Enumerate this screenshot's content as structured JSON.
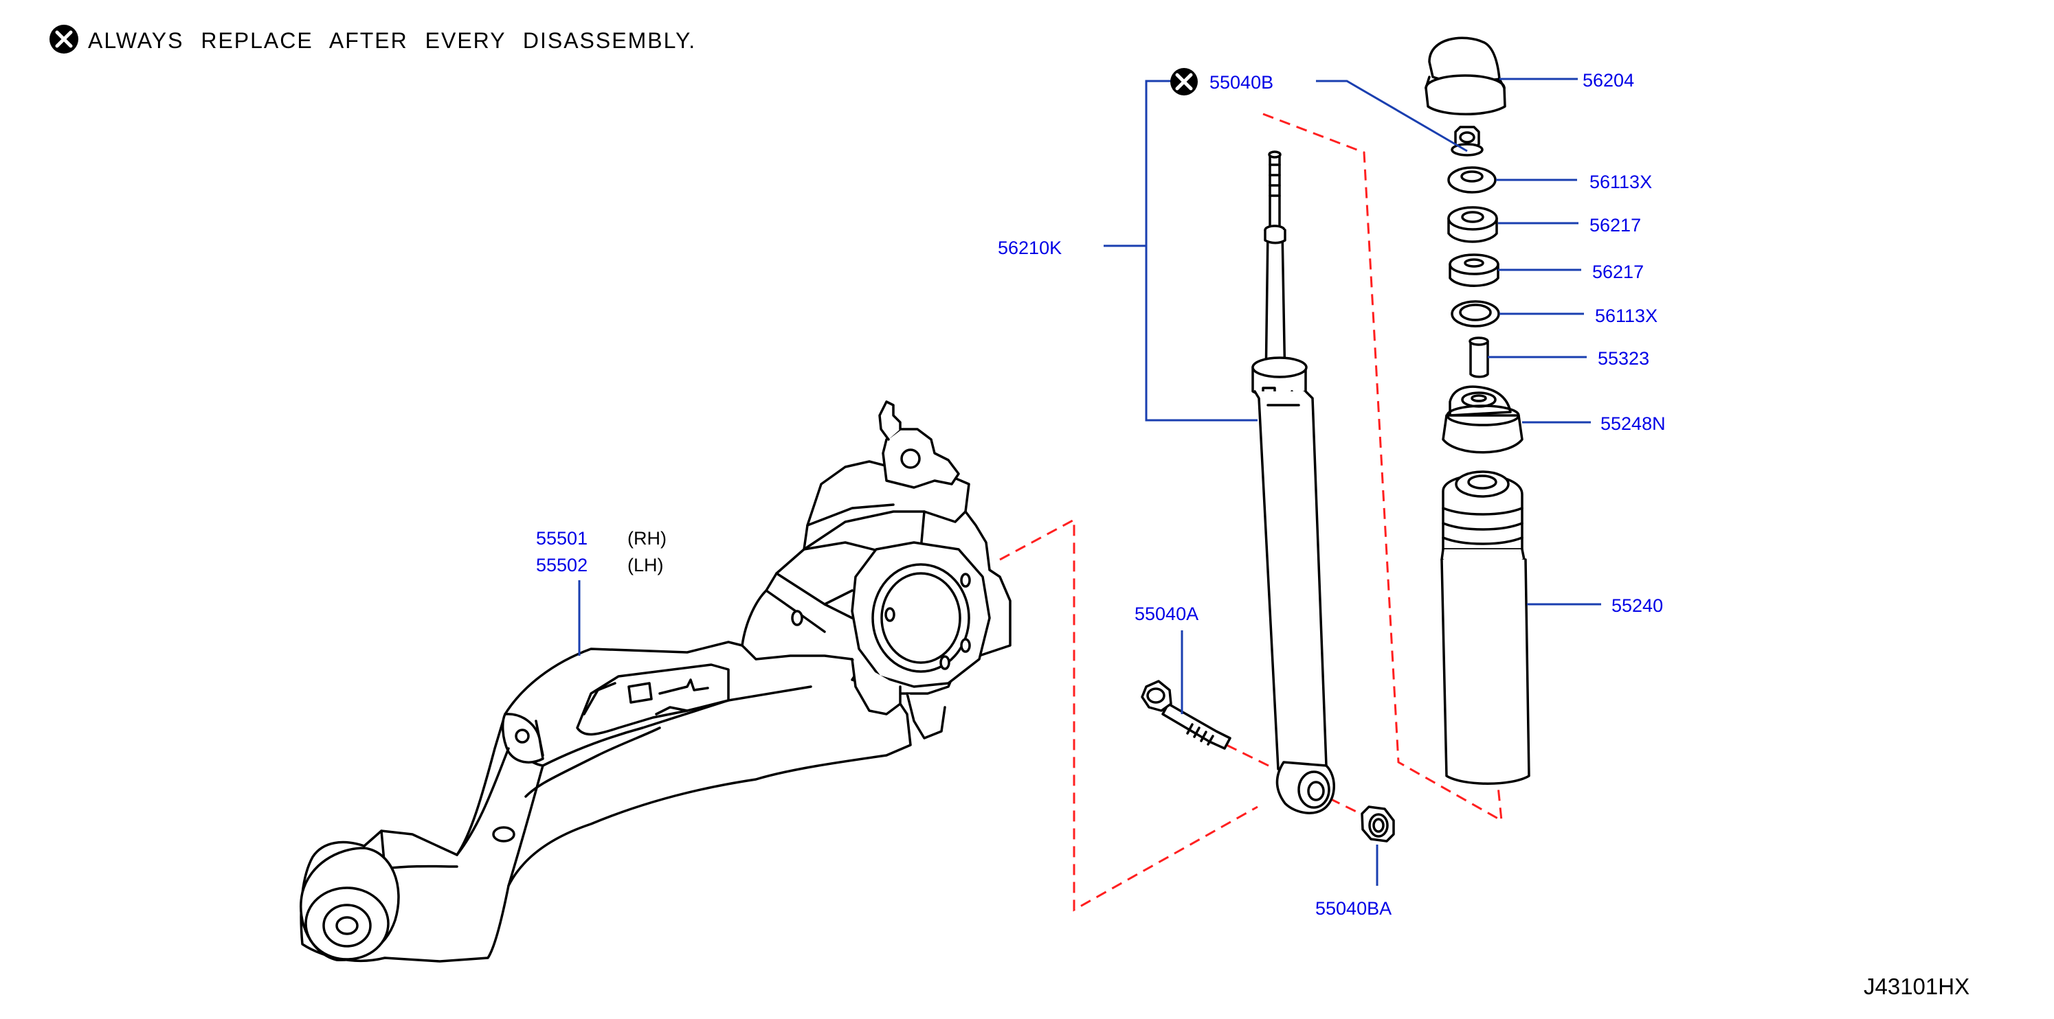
{
  "note": {
    "symbol": "x-circle-icon",
    "text": "ALWAYS REPLACE AFTER EVERY DISASSEMBLY."
  },
  "diagram_code": "J43101HX",
  "labels": {
    "p56204": "56204",
    "p55040b": "55040B",
    "p56113x_top": "56113X",
    "p56217_top": "56217",
    "p56217_bot": "56217",
    "p56113x_bot": "56113X",
    "p55323": "55323",
    "p55248n": "55248N",
    "p55240": "55240",
    "p56210k": "56210K",
    "p55040a": "55040A",
    "p55040ba": "55040BA",
    "p55501": "55501",
    "p55501_side": "(RH)",
    "p55502": "55502",
    "p55502_side": "(LH)"
  },
  "colors": {
    "label_text": "#0000e6",
    "leader_lines": "#1a3fb0",
    "assembly_dashes": "#ff2020",
    "line_art": "#000000"
  }
}
